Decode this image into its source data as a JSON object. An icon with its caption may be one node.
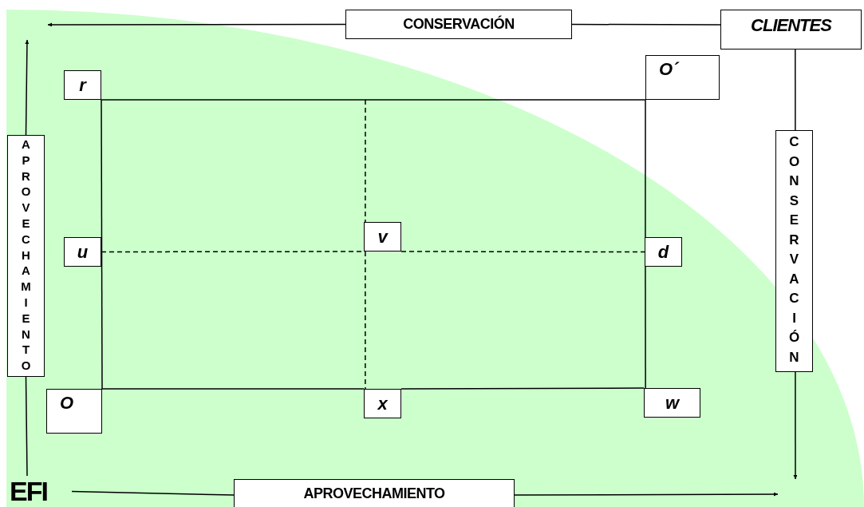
{
  "diagram": {
    "nodes": [
      {
        "text": [
          "CONSERVACIÓN"
        ]
      },
      {
        "text": [
          "CLIENTES"
        ]
      },
      {
        "text": [
          "r"
        ]
      },
      {
        "text": [
          "O´"
        ]
      },
      {
        "text": [
          "APROVECHAMIENTO"
        ]
      },
      {
        "text": [
          "CONSERVACIÓN"
        ]
      },
      {
        "text": [
          "u"
        ]
      },
      {
        "text": [
          "v"
        ]
      },
      {
        "text": [
          "d"
        ]
      },
      {
        "text": [
          "O"
        ]
      },
      {
        "text": [
          "x"
        ]
      },
      {
        "text": [
          "w"
        ]
      },
      {
        "text": [
          "EFI"
        ]
      },
      {
        "text": [
          "APROVECHAMIENTO"
        ]
      }
    ],
    "edges": [
      {
        "from": 0,
        "to": 1,
        "arrow": "none"
      },
      {
        "from": 0,
        "to": null,
        "arrow": "to"
      },
      {
        "from": 2,
        "to": 3,
        "arrow": "none"
      },
      {
        "from": 2,
        "to": 9,
        "arrow": "none"
      },
      {
        "from": 3,
        "to": 8,
        "arrow": "none"
      },
      {
        "from": 8,
        "to": 11,
        "arrow": "none"
      },
      {
        "from": 9,
        "to": 10,
        "arrow": "none"
      },
      {
        "from": 10,
        "to": 11,
        "arrow": "none"
      },
      {
        "from": null,
        "to": 7,
        "arrow": "none",
        "style": "dashed"
      },
      {
        "from": 7,
        "to": 10,
        "arrow": "none",
        "style": "dashed"
      },
      {
        "from": 6,
        "to": 7,
        "arrow": "none",
        "style": "dashed"
      },
      {
        "from": 7,
        "to": 8,
        "arrow": "none",
        "style": "dashed"
      },
      {
        "from": 4,
        "to": null,
        "arrow": "to"
      },
      {
        "from": 12,
        "to": 4,
        "arrow": "none"
      },
      {
        "from": 12,
        "to": 13,
        "arrow": "none"
      },
      {
        "from": 13,
        "to": null,
        "arrow": "to"
      },
      {
        "from": 1,
        "to": 5,
        "arrow": "none"
      },
      {
        "from": 5,
        "to": null,
        "arrow": "to"
      }
    ]
  }
}
